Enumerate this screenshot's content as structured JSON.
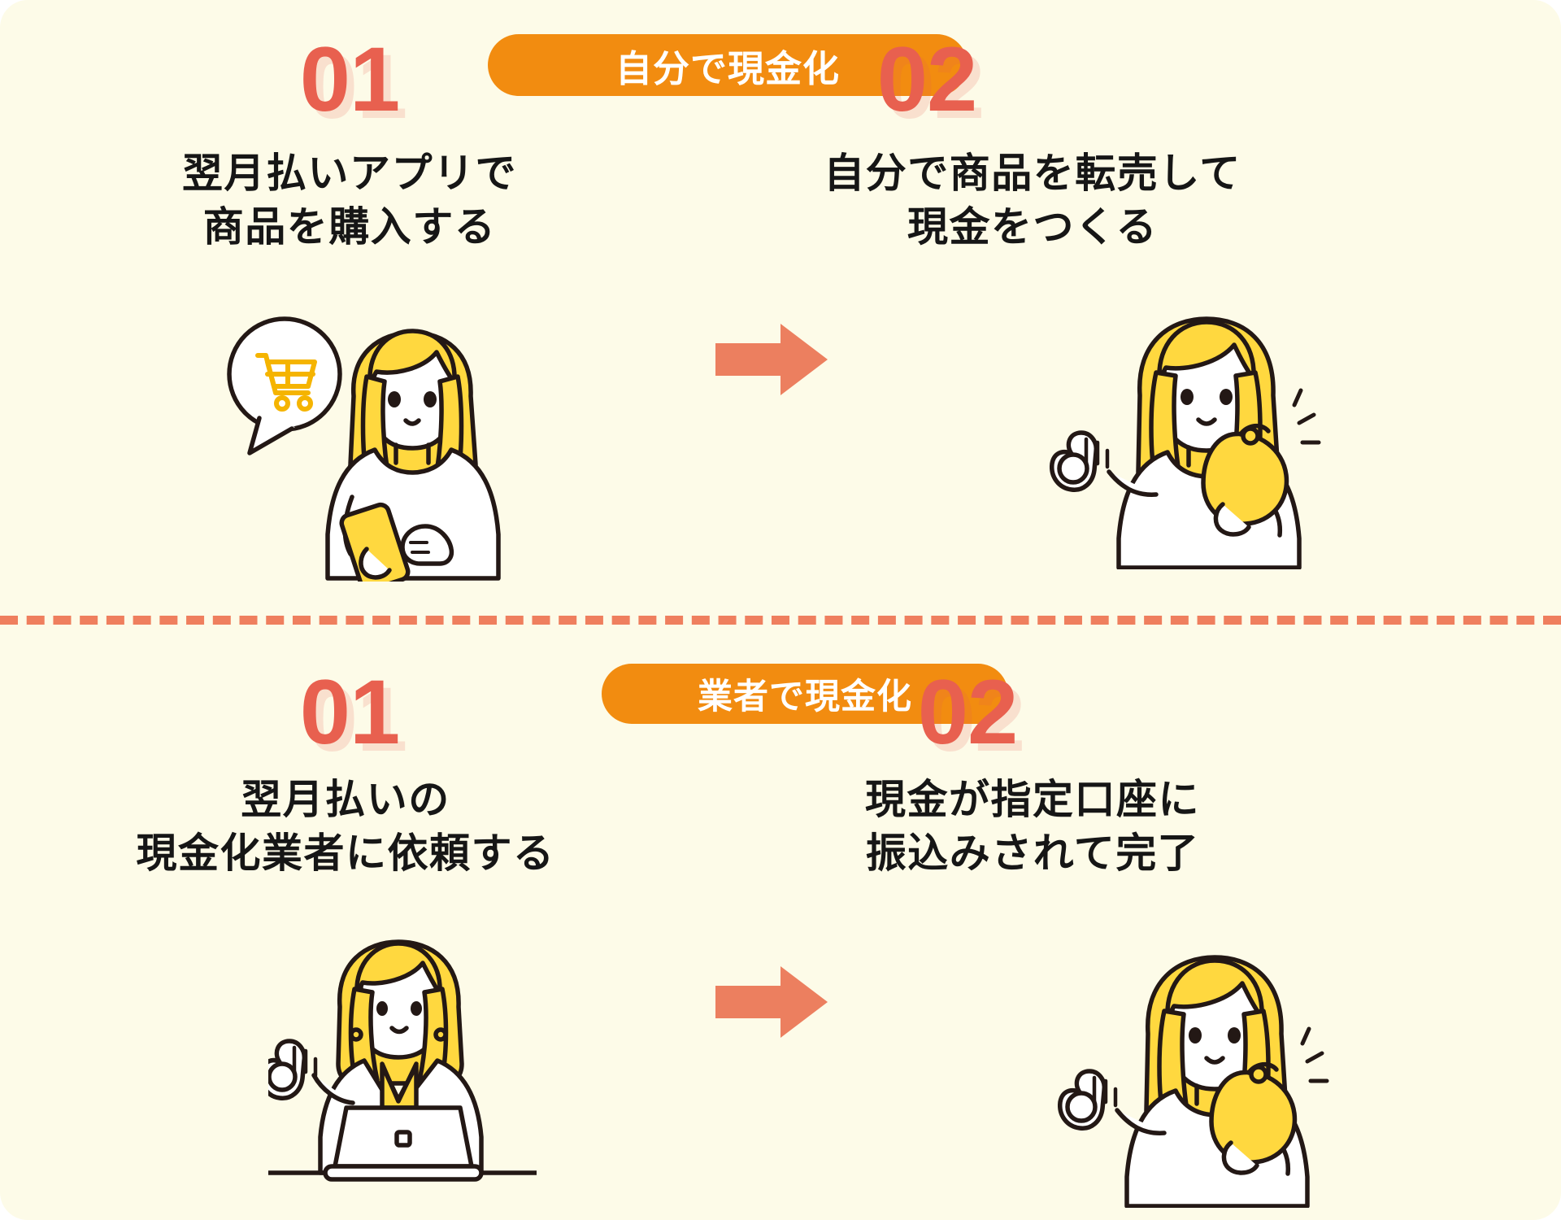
{
  "theme": {
    "background": "#fdfbe8",
    "badge_bg": "#f28c10",
    "badge_text": "#ffffff",
    "number_color": "#e8604f",
    "number_shadow": "#e8d8cf",
    "heading_color": "#161616",
    "arrow_color": "#ec7f5f",
    "divider_color": "#ef7f5e",
    "hair_color": "#ffd83f",
    "skin_color": "#ffffff",
    "outline_color": "#231815"
  },
  "sections": [
    {
      "id": "self",
      "badge": "自分で現金化",
      "steps": [
        {
          "number": "01",
          "heading": "翌月払いアプリで\n商品を購入する",
          "illustration": "woman-with-smartphone-and-cart-bubble"
        },
        {
          "number": "02",
          "heading": "自分で商品を転売して\n現金をつくる",
          "illustration": "woman-with-coin-purse-ok-sign"
        }
      ],
      "arrow": "arrow-right"
    },
    {
      "id": "agent",
      "badge": "業者で現金化",
      "steps": [
        {
          "number": "01",
          "heading": "翌月払いの\n現金化業者に依頼する",
          "illustration": "woman-at-laptop-ok-sign"
        },
        {
          "number": "02",
          "heading": "現金が指定口座に\n振込みされて完了",
          "illustration": "woman-with-coin-purse-ok-sign"
        }
      ],
      "arrow": "arrow-right"
    }
  ],
  "divider": {
    "style": "dashed",
    "label": "section-divider"
  }
}
